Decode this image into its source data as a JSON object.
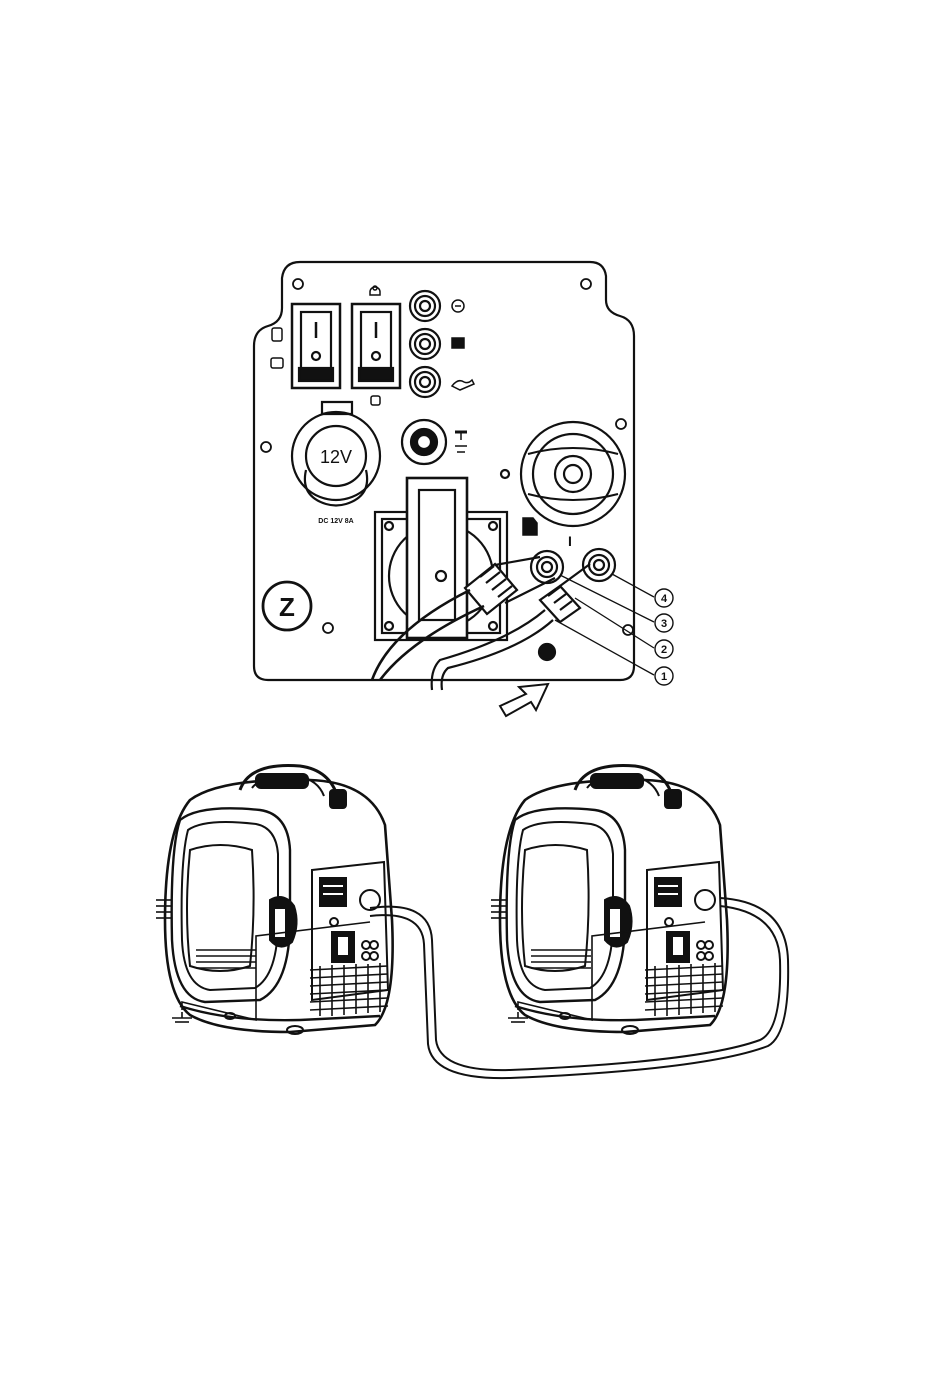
{
  "panel": {
    "socket_label": "12V",
    "socket_caption": "DC 12V 8A",
    "brand_mark": "Z",
    "on_mark": "I",
    "callouts": [
      "4",
      "3",
      "2",
      "1"
    ]
  },
  "colors": {
    "ink": "#111111",
    "background": "#ffffff"
  },
  "icons": [
    "fuel-icon",
    "eco-icon",
    "oil-icon",
    "battery-icon",
    "ground-icon",
    "reset-icon",
    "lock-icon",
    "arrow-icon"
  ]
}
